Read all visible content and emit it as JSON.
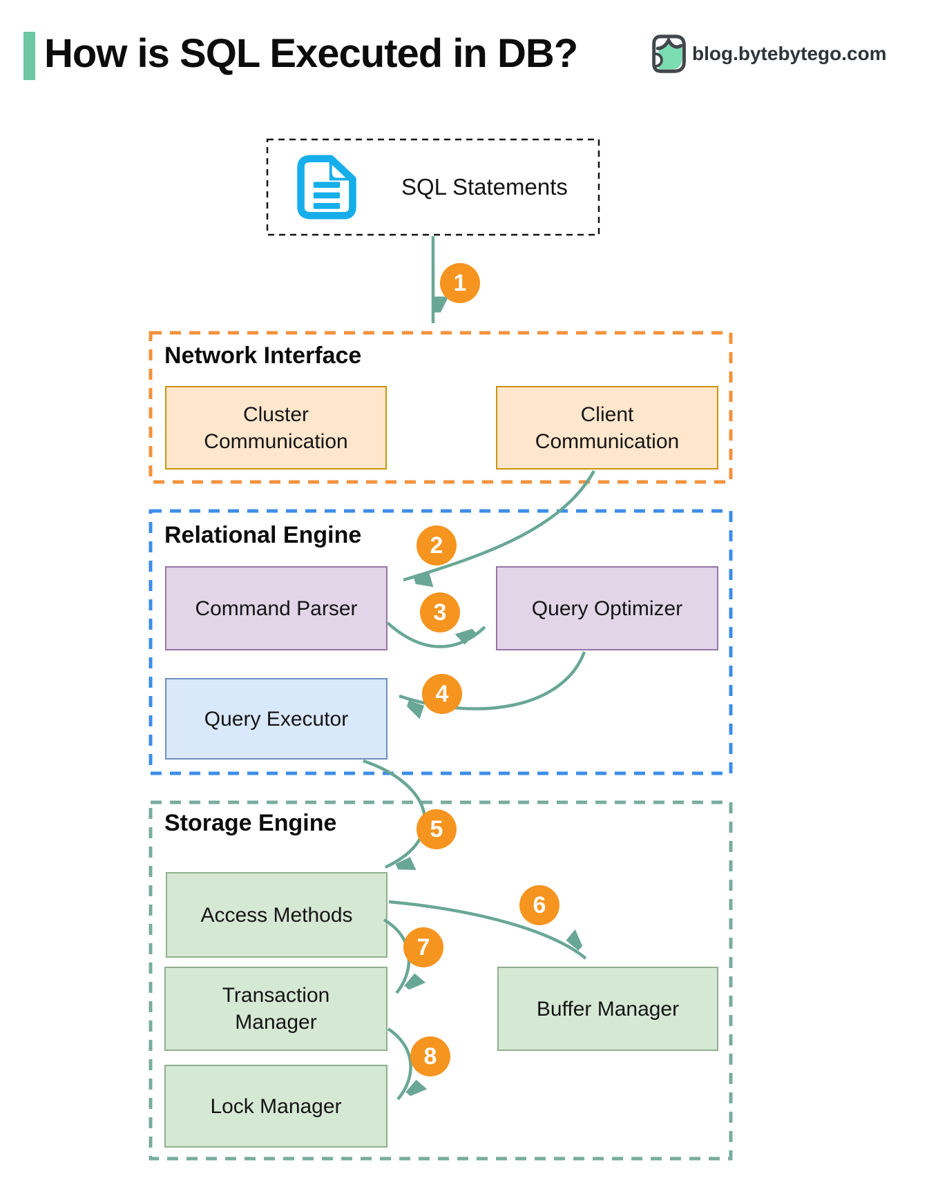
{
  "header": {
    "title": "How is SQL Executed in DB?",
    "brand": "blog.bytebytego.com",
    "accent_bar_color": "#6CC6A1"
  },
  "source_box": {
    "label": "SQL Statements",
    "icon": "sql-document-icon",
    "border_color": "#111111"
  },
  "sections": {
    "network_interface": {
      "title": "Network Interface",
      "border_color": "#F2923E"
    },
    "relational_engine": {
      "title": "Relational Engine",
      "border_color": "#3E8DE8"
    },
    "storage_engine": {
      "title": "Storage Engine",
      "border_color": "#79AC9C"
    }
  },
  "boxes": {
    "cluster_communication": {
      "label": "Cluster\nCommunication",
      "fill": "#FFE6CC",
      "stroke": "#C9940A"
    },
    "client_communication": {
      "label": "Client\nCommunication",
      "fill": "#FFE6CC",
      "stroke": "#C9940A"
    },
    "command_parser": {
      "label": "Command Parser",
      "fill": "#E1D5E7",
      "stroke": "#9673A6"
    },
    "query_optimizer": {
      "label": "Query Optimizer",
      "fill": "#E1D5E7",
      "stroke": "#9673A6"
    },
    "query_executor": {
      "label": "Query Executor",
      "fill": "#DAE8FC",
      "stroke": "#6C8EBF"
    },
    "access_methods": {
      "label": "Access Methods",
      "fill": "#D5E8D4",
      "stroke": "#8FAF8C"
    },
    "transaction_manager": {
      "label": "Transaction\nManager",
      "fill": "#D5E8D4",
      "stroke": "#8FAF8C"
    },
    "lock_manager": {
      "label": "Lock Manager",
      "fill": "#D5E8D4",
      "stroke": "#8FAF8C"
    },
    "buffer_manager": {
      "label": "Buffer Manager",
      "fill": "#D5E8D4",
      "stroke": "#8FAF8C"
    }
  },
  "arrows": [
    {
      "step": "1",
      "from": "sql_statements",
      "to": "network_interface"
    },
    {
      "step": "2",
      "from": "client_communication",
      "to": "command_parser"
    },
    {
      "step": "3",
      "from": "command_parser",
      "to": "query_optimizer"
    },
    {
      "step": "4",
      "from": "query_optimizer",
      "to": "query_executor"
    },
    {
      "step": "5",
      "from": "query_executor",
      "to": "access_methods"
    },
    {
      "step": "6",
      "from": "access_methods",
      "to": "buffer_manager"
    },
    {
      "step": "7",
      "from": "access_methods",
      "to": "transaction_manager"
    },
    {
      "step": "8",
      "from": "transaction_manager",
      "to": "lock_manager"
    }
  ],
  "colors": {
    "arrow": "#69A795",
    "step_circle": "#F5941F",
    "doc_icon": "#16AEEA",
    "logo_dark": "#41474B",
    "logo_mint": "#7CDCB1"
  }
}
